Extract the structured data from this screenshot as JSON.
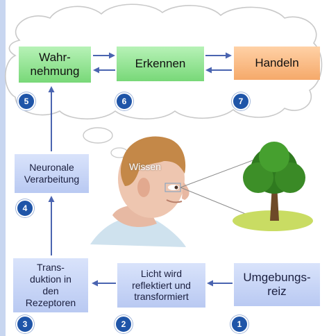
{
  "boxes": {
    "wahrnehmung": "Wahr-\nnehmung",
    "erkennen": "Erkennen",
    "handeln": "Handeln",
    "neuronale": "Neuronale\nVerarbeitung",
    "transduktion": "Trans-\nduktion in\nden\nRezeptoren",
    "licht": "Licht wird\nreflektiert und\ntransformiert",
    "umgebungsreiz": "Umgebungs-\nreiz"
  },
  "steps": {
    "s1": "1",
    "s2": "2",
    "s3": "3",
    "s4": "4",
    "s5": "5",
    "s6": "6",
    "s7": "7"
  },
  "wissen_label": "Wissen",
  "colors": {
    "blue_box": "#b9c9f2",
    "green_box": "#78d878",
    "orange_box": "#f5a96a",
    "arrow": "#4a64b0",
    "number_badge": "#1f55a8",
    "sidebar": "#c8d6f0"
  }
}
